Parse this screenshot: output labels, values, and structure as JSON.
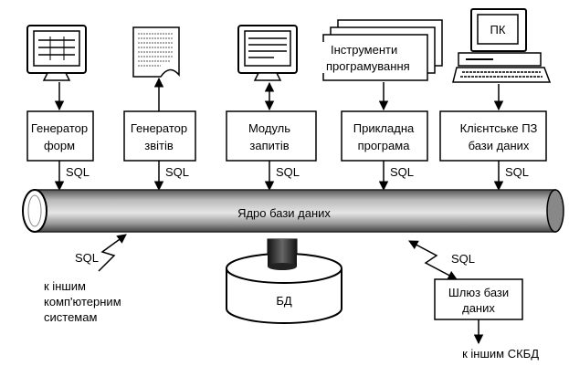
{
  "modules": [
    {
      "label_lines": [
        "Генератор",
        "форм"
      ],
      "protocol": "SQL"
    },
    {
      "label_lines": [
        "Генератор",
        "звітів"
      ],
      "protocol": "SQL"
    },
    {
      "label_lines": [
        "Модуль",
        "запитів"
      ],
      "protocol": "SQL"
    },
    {
      "label_lines": [
        "Прикладна",
        "програма"
      ],
      "protocol": "SQL"
    },
    {
      "label_lines": [
        "Клієнтське ПЗ",
        "бази даних"
      ],
      "protocol": "SQL"
    }
  ],
  "tools": {
    "label_lines": [
      "Інструменти",
      "програмування"
    ]
  },
  "pc": {
    "label": "ПК"
  },
  "kernel": {
    "label": "Ядро бази даних"
  },
  "database": {
    "label": "БД"
  },
  "left_link": {
    "protocol": "SQL",
    "label_lines": [
      "к іншим",
      "комп'ютерним",
      "системам"
    ]
  },
  "gateway": {
    "label_lines": [
      "Шлюз бази",
      "даних"
    ],
    "protocol": "SQL"
  },
  "right_link": {
    "label": "к іншим СКБД"
  }
}
